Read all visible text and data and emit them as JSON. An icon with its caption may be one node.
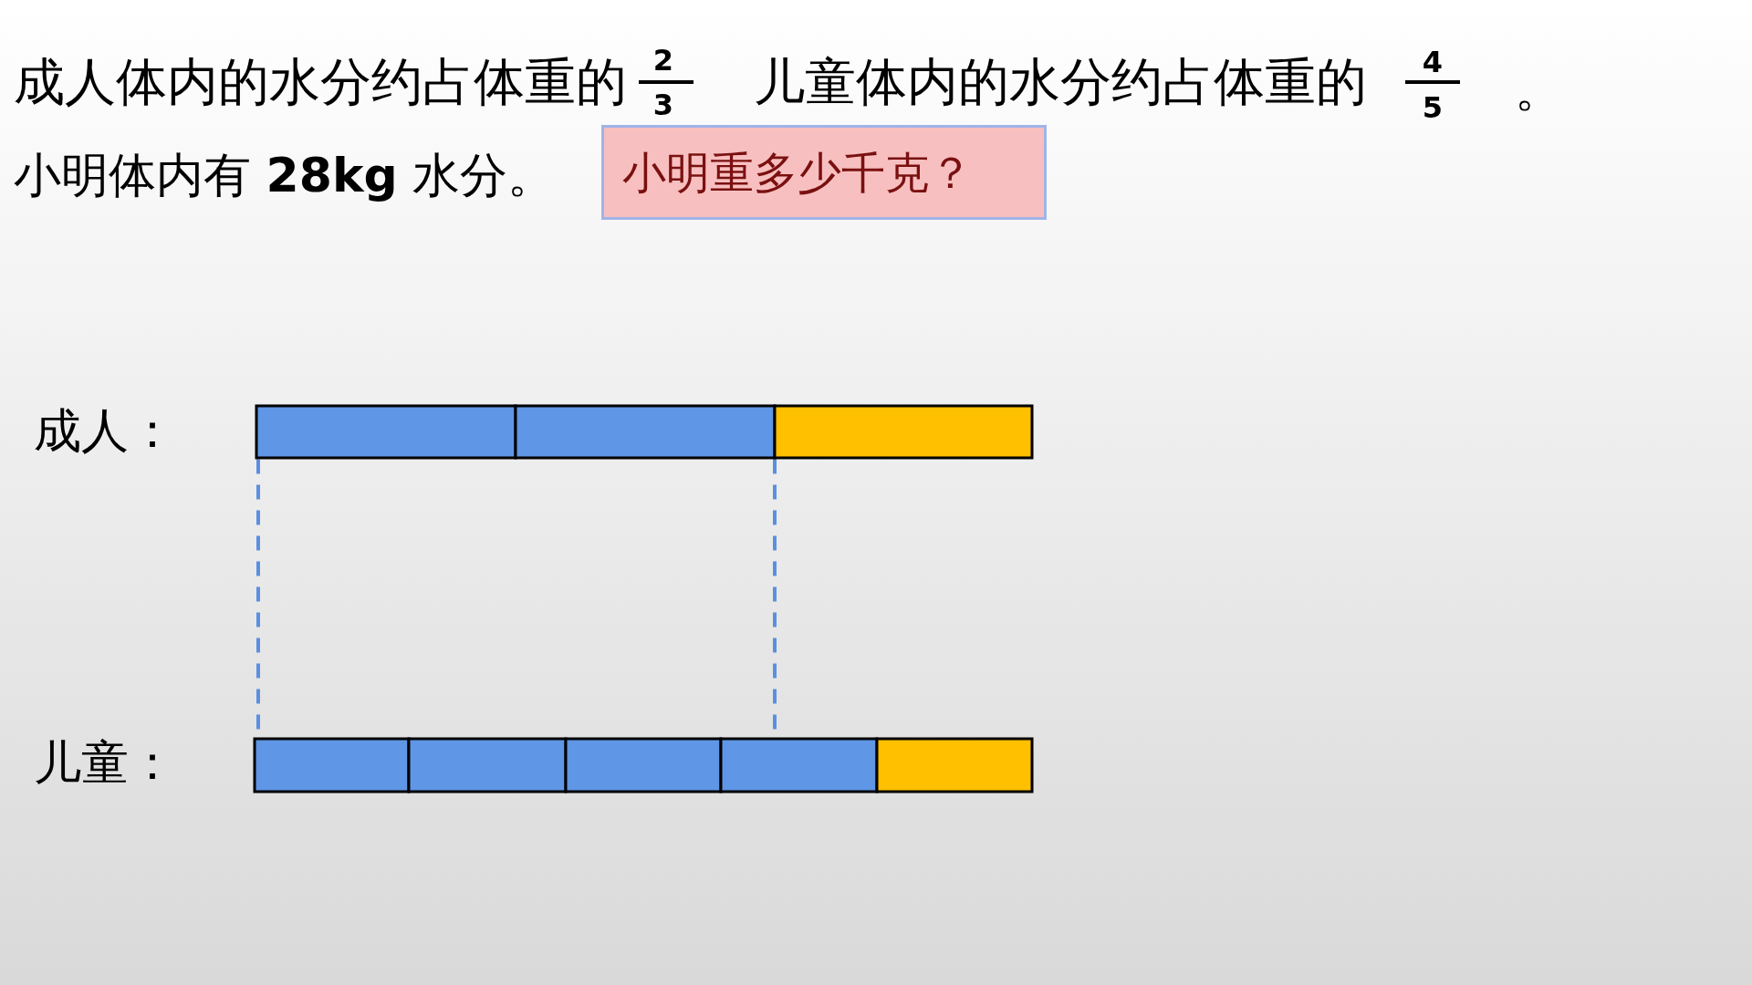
{
  "diagram": {
    "nodes": [
      {
        "text": [
          "小明重多少千克？"
        ]
      },
      {
        "text": [],
        "shape": "bar"
      },
      {
        "text": [],
        "shape": "bar"
      }
    ],
    "edges": [
      {
        "from": 1,
        "to": 2,
        "arrow": "none",
        "style": "dashed"
      },
      {
        "from": 1,
        "to": 2,
        "arrow": "none",
        "style": "dashed"
      }
    ],
    "labels": [
      "成人体内的水分约占体重的",
      "2",
      "3",
      "儿童体内的水分约占体重的",
      "4",
      "5",
      "。",
      "小明体内有 **28kg** 水分。",
      "成人：",
      "儿童："
    ]
  }
}
